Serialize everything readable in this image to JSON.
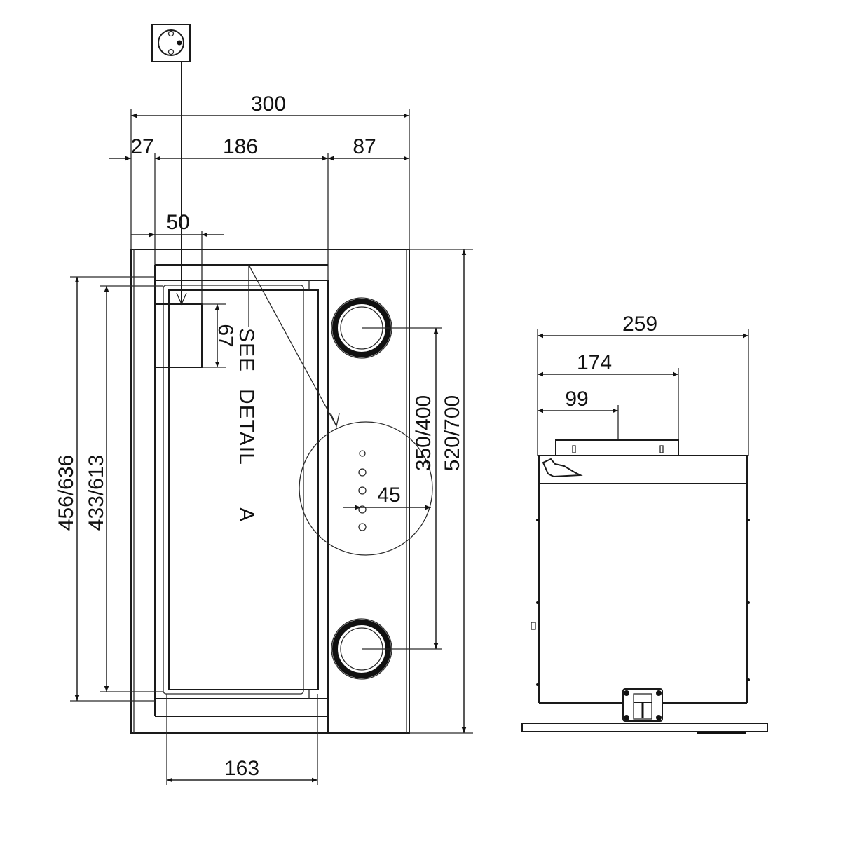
{
  "drawing": {
    "front_view": {
      "dimensions": {
        "overall_width": "300",
        "left_offset": "27",
        "middle_width": "186",
        "right_width": "87",
        "socket_offset": "50",
        "box_height": "67",
        "bottom_width": "163",
        "hole_offset": "45",
        "outer_height": "456/636",
        "inner_height": "433/613",
        "duct_spacing": "350/400",
        "overall_height": "520/700"
      },
      "callout": {
        "line1": "SEE",
        "line2": "DETAIL",
        "line3": "A"
      },
      "symbols": {
        "power_socket": "power-socket-icon",
        "duct_outlets": 2,
        "detail_holes": 5
      }
    },
    "side_view": {
      "dimensions": {
        "overall_depth": "259",
        "bracket_depth": "174",
        "bracket_center": "99"
      }
    }
  }
}
